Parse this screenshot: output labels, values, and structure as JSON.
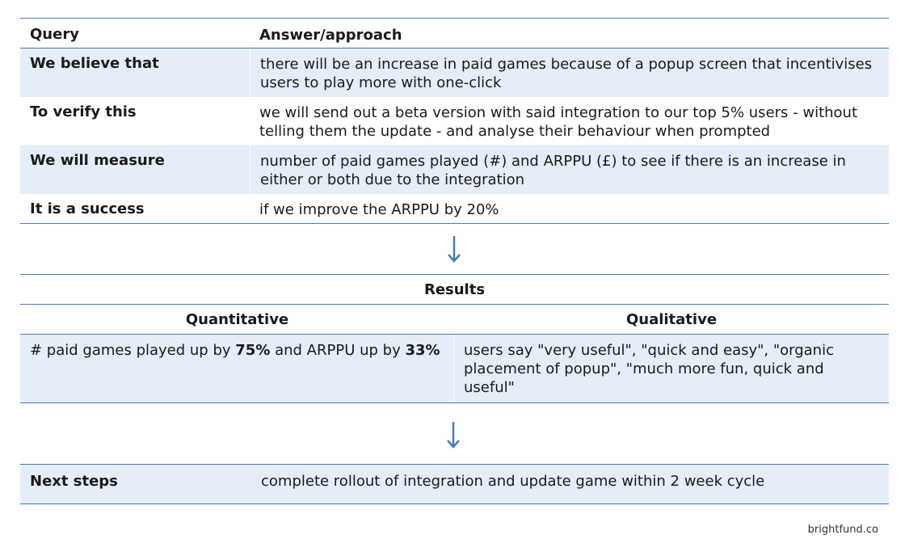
{
  "hypothesis": {
    "header": {
      "col1": "Query",
      "col2": "Answer/approach"
    },
    "rows": [
      {
        "query": "We believe that",
        "answer": "there will be an increase in paid games because of a popup screen that incentivises users to play more with one-click"
      },
      {
        "query": "To verify this",
        "answer": "we will send out a beta version with said integration to our top 5% users - without telling them the update - and analyse their behaviour when prompted"
      },
      {
        "query": "We will measure",
        "answer": "number of paid games played (#) and ARPPU (£) to see if there is an increase in either or both due to the integration"
      },
      {
        "query": "It is a success",
        "answer": "if we improve the ARPPU by 20%"
      }
    ]
  },
  "results": {
    "title": "Results",
    "quantitative_label": "Quantitative",
    "qualitative_label": "Qualitative",
    "quantitative": {
      "part1": "# paid games played up by ",
      "bold1": "75%",
      "part2": " and ARPPU up by ",
      "bold2": "33%"
    },
    "qualitative": "users say \"very useful\", \"quick and easy\", \"organic placement of popup\", \"much more fun, quick and useful\""
  },
  "next_steps": {
    "label": "Next steps",
    "text": "complete rollout of integration and update game within 2 week cycle"
  },
  "footer": {
    "brand": "brightfund.co"
  },
  "colors": {
    "accent": "#4a7bbf",
    "shade": "#e4edf8"
  },
  "icons": {
    "flow_arrow": "arrow-down-icon"
  }
}
